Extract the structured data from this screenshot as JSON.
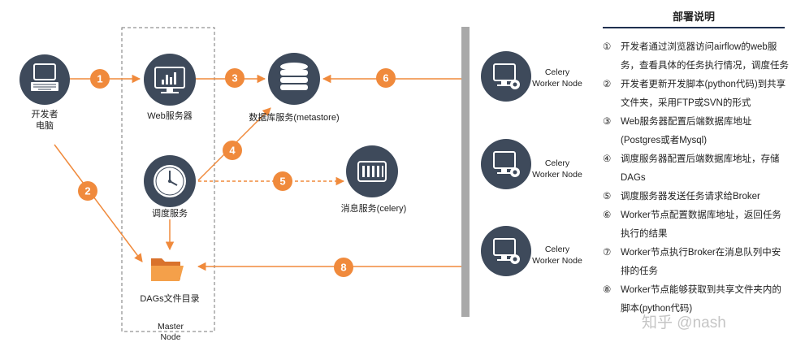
{
  "nodes": {
    "dev_pc": "开发者\n电脑",
    "web_server": "Web服务器",
    "database": "数据库服务(metastore)",
    "scheduler": "调度服务",
    "message_queue": "消息服务(celery)",
    "dags": "DAGs文件目录",
    "master_node": "Master\nNode",
    "workers": [
      "Celery\nWorker Node",
      "Celery\nWorker Node",
      "Celery\nWorker Node"
    ]
  },
  "steps": [
    "1",
    "2",
    "3",
    "4",
    "5",
    "6",
    "8"
  ],
  "legend": {
    "title": "部署说明",
    "items": [
      {
        "num": "①",
        "text": "开发者通过浏览器访问airflow的web服务，查看具体的任务执行情况，调度任务"
      },
      {
        "num": "②",
        "text": "开发者更新开发脚本(python代码)到共享文件夹，采用FTP或SVN的形式"
      },
      {
        "num": "③",
        "text": "Web服务器配置后端数据库地址(Postgres或者Mysql)"
      },
      {
        "num": "④",
        "text": "调度服务器配置后端数据库地址，存储DAGs"
      },
      {
        "num": "⑤",
        "text": "调度服务器发送任务请求给Broker"
      },
      {
        "num": "⑥",
        "text": "Worker节点配置数据库地址，返回任务执行的结果"
      },
      {
        "num": "⑦",
        "text": "Worker节点执行Broker在消息队列中安排的任务"
      },
      {
        "num": "⑧",
        "text": "Worker节点能够获取到共享文件夹内的脚本(python代码)"
      }
    ]
  },
  "watermark": "知乎 @nash",
  "colors": {
    "accent": "#f08a3c",
    "node": "#3e4a5b",
    "bar": "#a9a9a9",
    "rule": "#1f3050"
  }
}
